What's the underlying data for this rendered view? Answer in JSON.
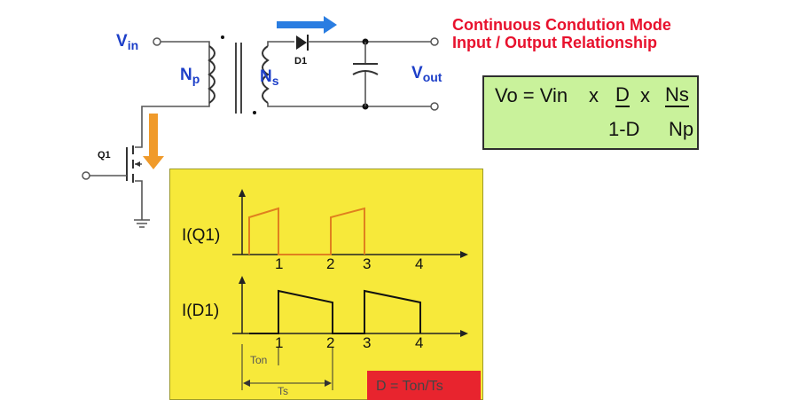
{
  "title": {
    "line1": "Continuous Condution Mode",
    "line2": "Input / Output Relationship",
    "color": "#e8112d"
  },
  "circuit": {
    "vin_label": "V",
    "vin_sub": "in",
    "vout_label": "V",
    "vout_sub": "out",
    "np_label": "N",
    "np_sub": "p",
    "ns_label": "N",
    "ns_sub": "s",
    "diode_label": "D1",
    "switch_label": "Q1",
    "label_color": "#1d3fc8",
    "arrow_right_color": "#2a7de1",
    "arrow_down_color": "#f09a2a"
  },
  "formula": {
    "lhs": "Vo = Vin",
    "x1": "x",
    "d_num": "D",
    "x2": "x",
    "ns_num": "Ns",
    "d_den": "1-D",
    "np_den": "Np",
    "box_color": "#c9f29b"
  },
  "waveforms": {
    "q1_label": "I(Q1)",
    "d1_label": "I(D1)",
    "ticks": [
      "1",
      "2",
      "3",
      "4"
    ],
    "ton_label": "Ton",
    "ts_label": "Ts",
    "ratio_label": "D = Ton/Ts",
    "panel_color": "#f7e93a",
    "ratio_box_color": "#e8242e"
  }
}
